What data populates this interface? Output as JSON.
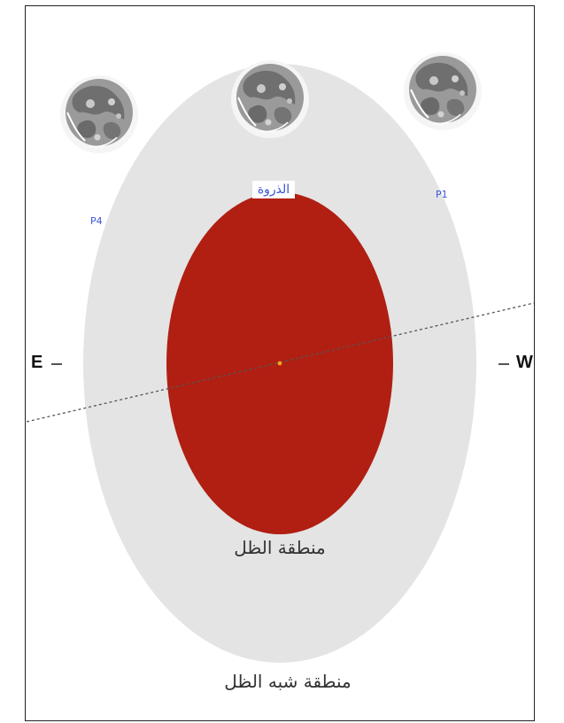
{
  "directions": {
    "east": "E",
    "west": "W"
  },
  "moons": {
    "p4": "P4",
    "peak": "الذروة",
    "p1": "P1"
  },
  "zones": {
    "umbra": "منطقة الظل",
    "penumbra": "منطقة شبه الظل"
  },
  "colors": {
    "penumbra": "#e4e4e4",
    "umbra": "#b01f12",
    "moon_fill": "#8a8a8a",
    "moon_halo": "#f4f4f4",
    "label_blue": "#3a54d6",
    "center_dot": "#f2a31a"
  },
  "icons": {
    "moon": "moon-icon"
  }
}
